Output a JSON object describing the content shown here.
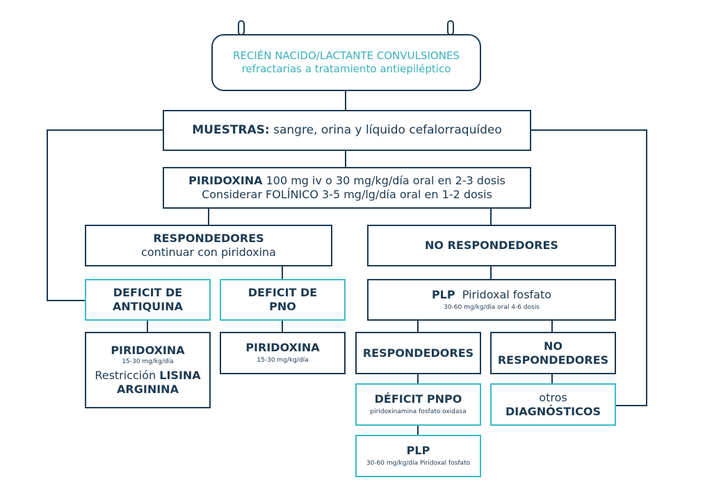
{
  "top": {
    "line1": "RECIÉN NACIDO/LACTANTE CONVULSIONES",
    "line2": "refractarias a tratamiento antiepiléptico"
  },
  "muestras": {
    "label": "MUESTRAS:",
    "text": "sangre, orina y líquido cefalorraquídeo"
  },
  "piridoxina": {
    "label": "PIRIDOXINA",
    "line1_rest": "100 mg iv o 30 mg/kg/día oral en 2-3 dosis",
    "line2": "Considerar FOLÍNICO 3-5 mg/lg/día oral en 1-2 dosis"
  },
  "responders": {
    "title": "RESPONDEDORES",
    "subtitle": "continuar con piridoxina"
  },
  "non_responders": {
    "title": "NO RESPONDEDORES"
  },
  "deficit_antiquina": {
    "line1": "DEFICIT DE",
    "line2": "ANTIQUINA"
  },
  "deficit_pno": {
    "line1": "DEFICIT DE",
    "line2": "PNO"
  },
  "treat_antiquina": {
    "title": "PIRIDOXINA",
    "dose": "15-30 mg/kg/día",
    "restr_prefix": "Restricción",
    "lisina": "LISINA",
    "arginina": "ARGININA"
  },
  "treat_pno": {
    "title": "PIRIDOXINA",
    "dose": "15-30 mg/kg/día"
  },
  "plp": {
    "label": "PLP",
    "name": "Piridoxal fosfato",
    "dose": "30-60 mg/kg/día oral 4-6 dosis"
  },
  "plp_responders": {
    "title": "RESPONDEDORES"
  },
  "plp_non_responders": {
    "line1": "NO",
    "line2": "RESPONDEDORES"
  },
  "deficit_pnpo": {
    "title": "DÉFICIT PNPO",
    "sub": "piridoxinamina fosfato oxidasa"
  },
  "plp_final": {
    "title": "PLP",
    "sub": "30-60 mg/kg/día Piridoxal fosfato"
  },
  "otros": {
    "line1": "otros",
    "line2": "DIAGNÓSTICOS"
  },
  "colors": {
    "navy": "#1d3b53",
    "teal": "#3bbcc6"
  }
}
